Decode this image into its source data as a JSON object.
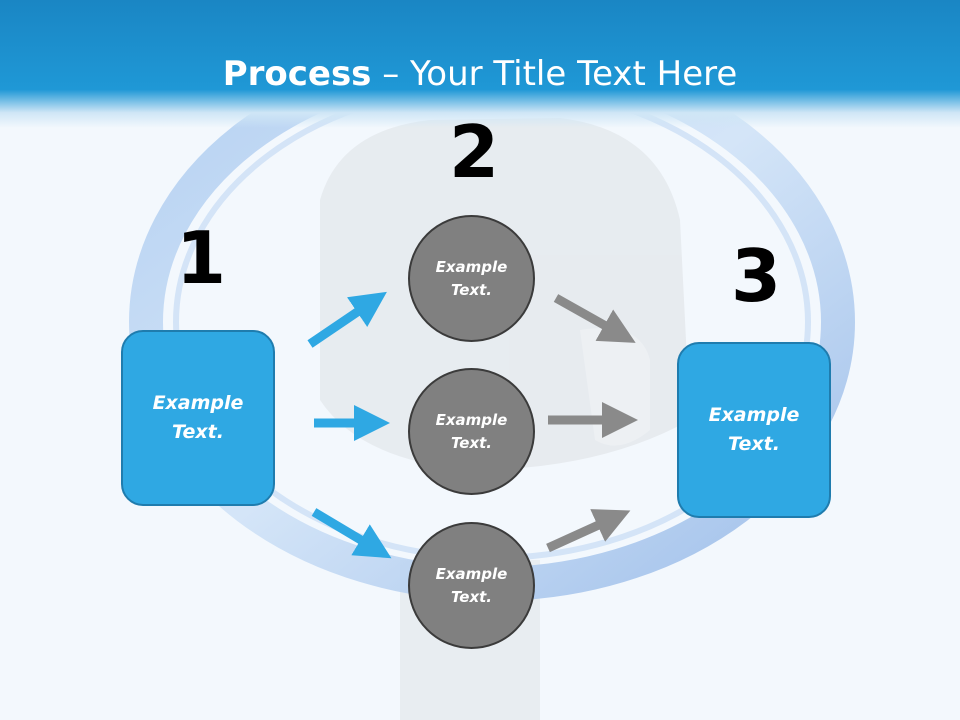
{
  "title": {
    "bold": "Process",
    "rest": " – Your Title Text Here"
  },
  "steps": [
    {
      "number": "1",
      "text": "Example\nText."
    },
    {
      "number": "2",
      "text": ""
    },
    {
      "number": "3",
      "text": "Example\nText."
    }
  ],
  "circles": [
    {
      "text": "Example\nText."
    },
    {
      "text": "Example\nText."
    },
    {
      "text": "Example\nText."
    }
  ],
  "colors": {
    "header": "#1f98d6",
    "box": "#2fa8e3",
    "circle": "#808080",
    "arrow_in": "#2fa8e3",
    "arrow_out": "#8a8a8a"
  }
}
